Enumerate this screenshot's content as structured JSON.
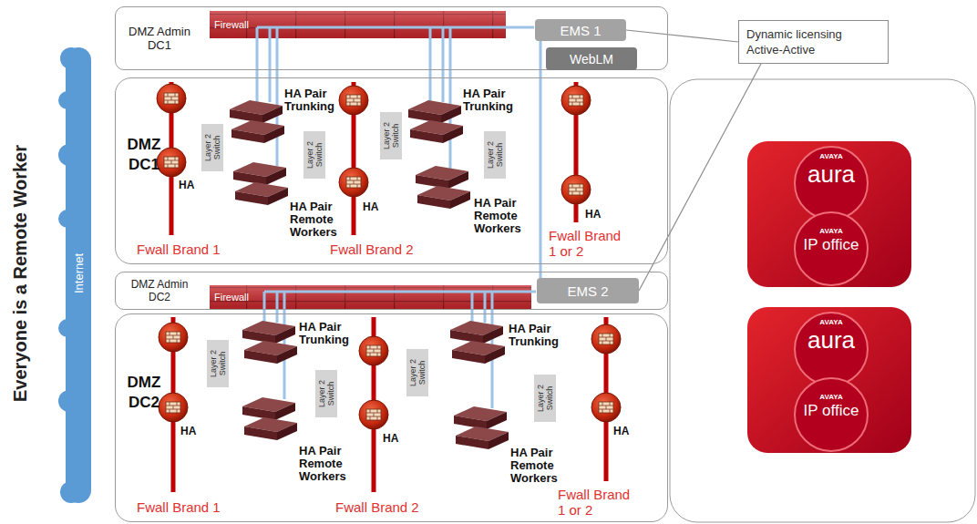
{
  "diagram": {
    "nodes": [
      {
        "text": [
          "DMZ Admin DC1"
        ]
      },
      {
        "text": [
          "Firewall"
        ],
        "in": 0
      },
      {
        "text": [
          "EMS 1"
        ],
        "in": 0
      },
      {
        "text": [
          "WebLM"
        ],
        "in": 0
      },
      {
        "text": [
          "DMZ DC1"
        ]
      },
      {
        "text": [
          "Layer 2 Switch"
        ],
        "in": 4
      },
      {
        "text": [
          "Layer 2 Switch"
        ],
        "in": 4
      },
      {
        "text": [
          "Layer 2 Switch"
        ],
        "in": 4
      },
      {
        "text": [
          "Layer 2 Switch"
        ],
        "in": 4
      },
      {
        "text": [
          "DMZ Admin DC2"
        ]
      },
      {
        "text": [
          "Firewall"
        ],
        "in": 9
      },
      {
        "text": [
          "EMS 2"
        ],
        "in": 9
      },
      {
        "text": [
          "DMZ DC2"
        ]
      },
      {
        "text": [
          "Layer 2 Switch"
        ],
        "in": 12
      },
      {
        "text": [
          "Layer 2 Switch"
        ],
        "in": 12
      },
      {
        "text": [
          "Layer 2 Switch"
        ],
        "in": 12
      },
      {
        "text": [
          "Layer 2 Switch"
        ],
        "in": 12
      },
      {
        "text": [
          "Dynamic licensing Active-Active"
        ]
      },
      {
        "text": [
          "AVAYA",
          "aura",
          "AVAYA",
          "IP office"
        ]
      },
      {
        "text": [
          "AVAYA",
          "aura",
          "AVAYA",
          "IP office"
        ]
      }
    ],
    "edges": [
      {
        "from": 17,
        "to": 2,
        "arrow": "none"
      },
      {
        "from": 17,
        "to": 11,
        "arrow": "none"
      },
      {
        "from": 2,
        "to": 11,
        "arrow": "none"
      }
    ],
    "labels": [
      "Everyone is a Remote Worker",
      "Internet",
      "HA Pair Trunking",
      "HA Pair Remote Workers",
      "HA",
      "HA Pair Trunking",
      "HA Pair Remote Workers",
      "HA",
      "HA",
      "Fwall Brand 1",
      "Fwall Brand 2",
      "Fwall Brand 1 or 2",
      "HA Pair Trunking",
      "HA Pair Remote Workers",
      "HA",
      "HA Pair Trunking",
      "HA Pair Remote Workers",
      "HA",
      "HA",
      "Fwall Brand 1",
      "Fwall Brand 2",
      "Fwall Brand 1 or 2"
    ]
  }
}
